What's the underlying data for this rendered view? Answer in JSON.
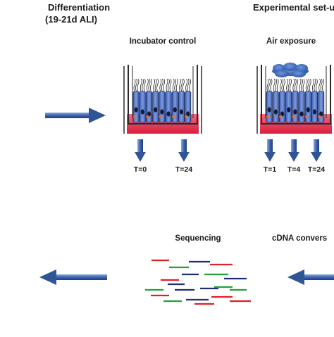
{
  "headers": {
    "differentiation_line1": "Differentiation",
    "differentiation_line2": "(19-21d ALI)",
    "experimental": "Experimental set-u"
  },
  "conditions": {
    "incubator": "Incubator control",
    "air": "Air exposure"
  },
  "timepoints": {
    "incubator": [
      "T=0",
      "T=24"
    ],
    "air": [
      "T=1",
      "T=4",
      "T=24"
    ]
  },
  "steps": {
    "sequencing": "Sequencing",
    "cdna": "cDNA convers"
  },
  "colors": {
    "arrow_blue": "#2f5597",
    "medium_red": "#e2354f",
    "cell_blue": "#5b7ec9",
    "cloud_blue": "#4472c4",
    "read_red": "#e01f26",
    "read_green": "#22a33a",
    "read_navy": "#1f2d7a"
  }
}
